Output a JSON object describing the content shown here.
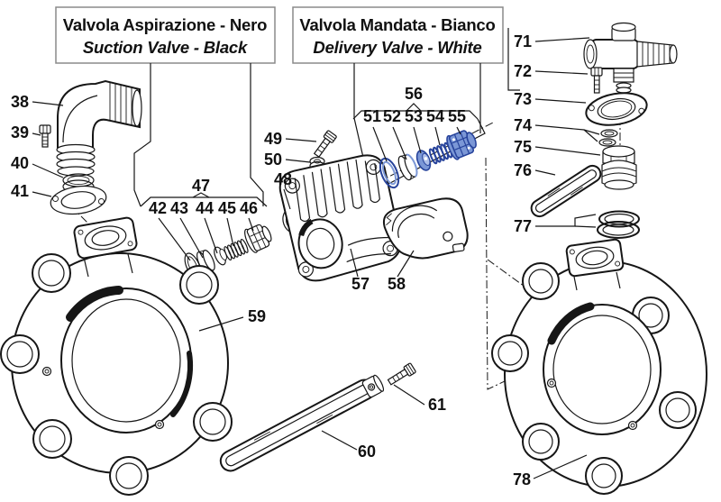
{
  "titles": {
    "suction": {
      "it": "Valvola Aspirazione - Nero",
      "en": "Suction Valve - Black"
    },
    "delivery": {
      "it": "Valvola Mandata - Bianco",
      "en": "Delivery Valve - White"
    }
  },
  "labels": {
    "38": "38",
    "39": "39",
    "40": "40",
    "41": "41",
    "42": "42",
    "43": "43",
    "44": "44",
    "45": "45",
    "46": "46",
    "47": "47",
    "48": "48",
    "49": "49",
    "50": "50",
    "51": "51",
    "52": "52",
    "53": "53",
    "54": "54",
    "55": "55",
    "56": "56",
    "57": "57",
    "58": "58",
    "59": "59",
    "60": "60",
    "61": "61",
    "71": "71",
    "72": "72",
    "73": "73",
    "74": "74",
    "75": "75",
    "76": "76",
    "77": "77",
    "78": "78"
  },
  "colors": {
    "line": "#161616",
    "background": "#ffffff",
    "delivery_valve_blue": "#7b97d6",
    "delivery_valve_blue_dark": "#27439b",
    "delivery_valve_blue_light": "#aebfe9",
    "title_box_border": "#8a8a8a"
  }
}
